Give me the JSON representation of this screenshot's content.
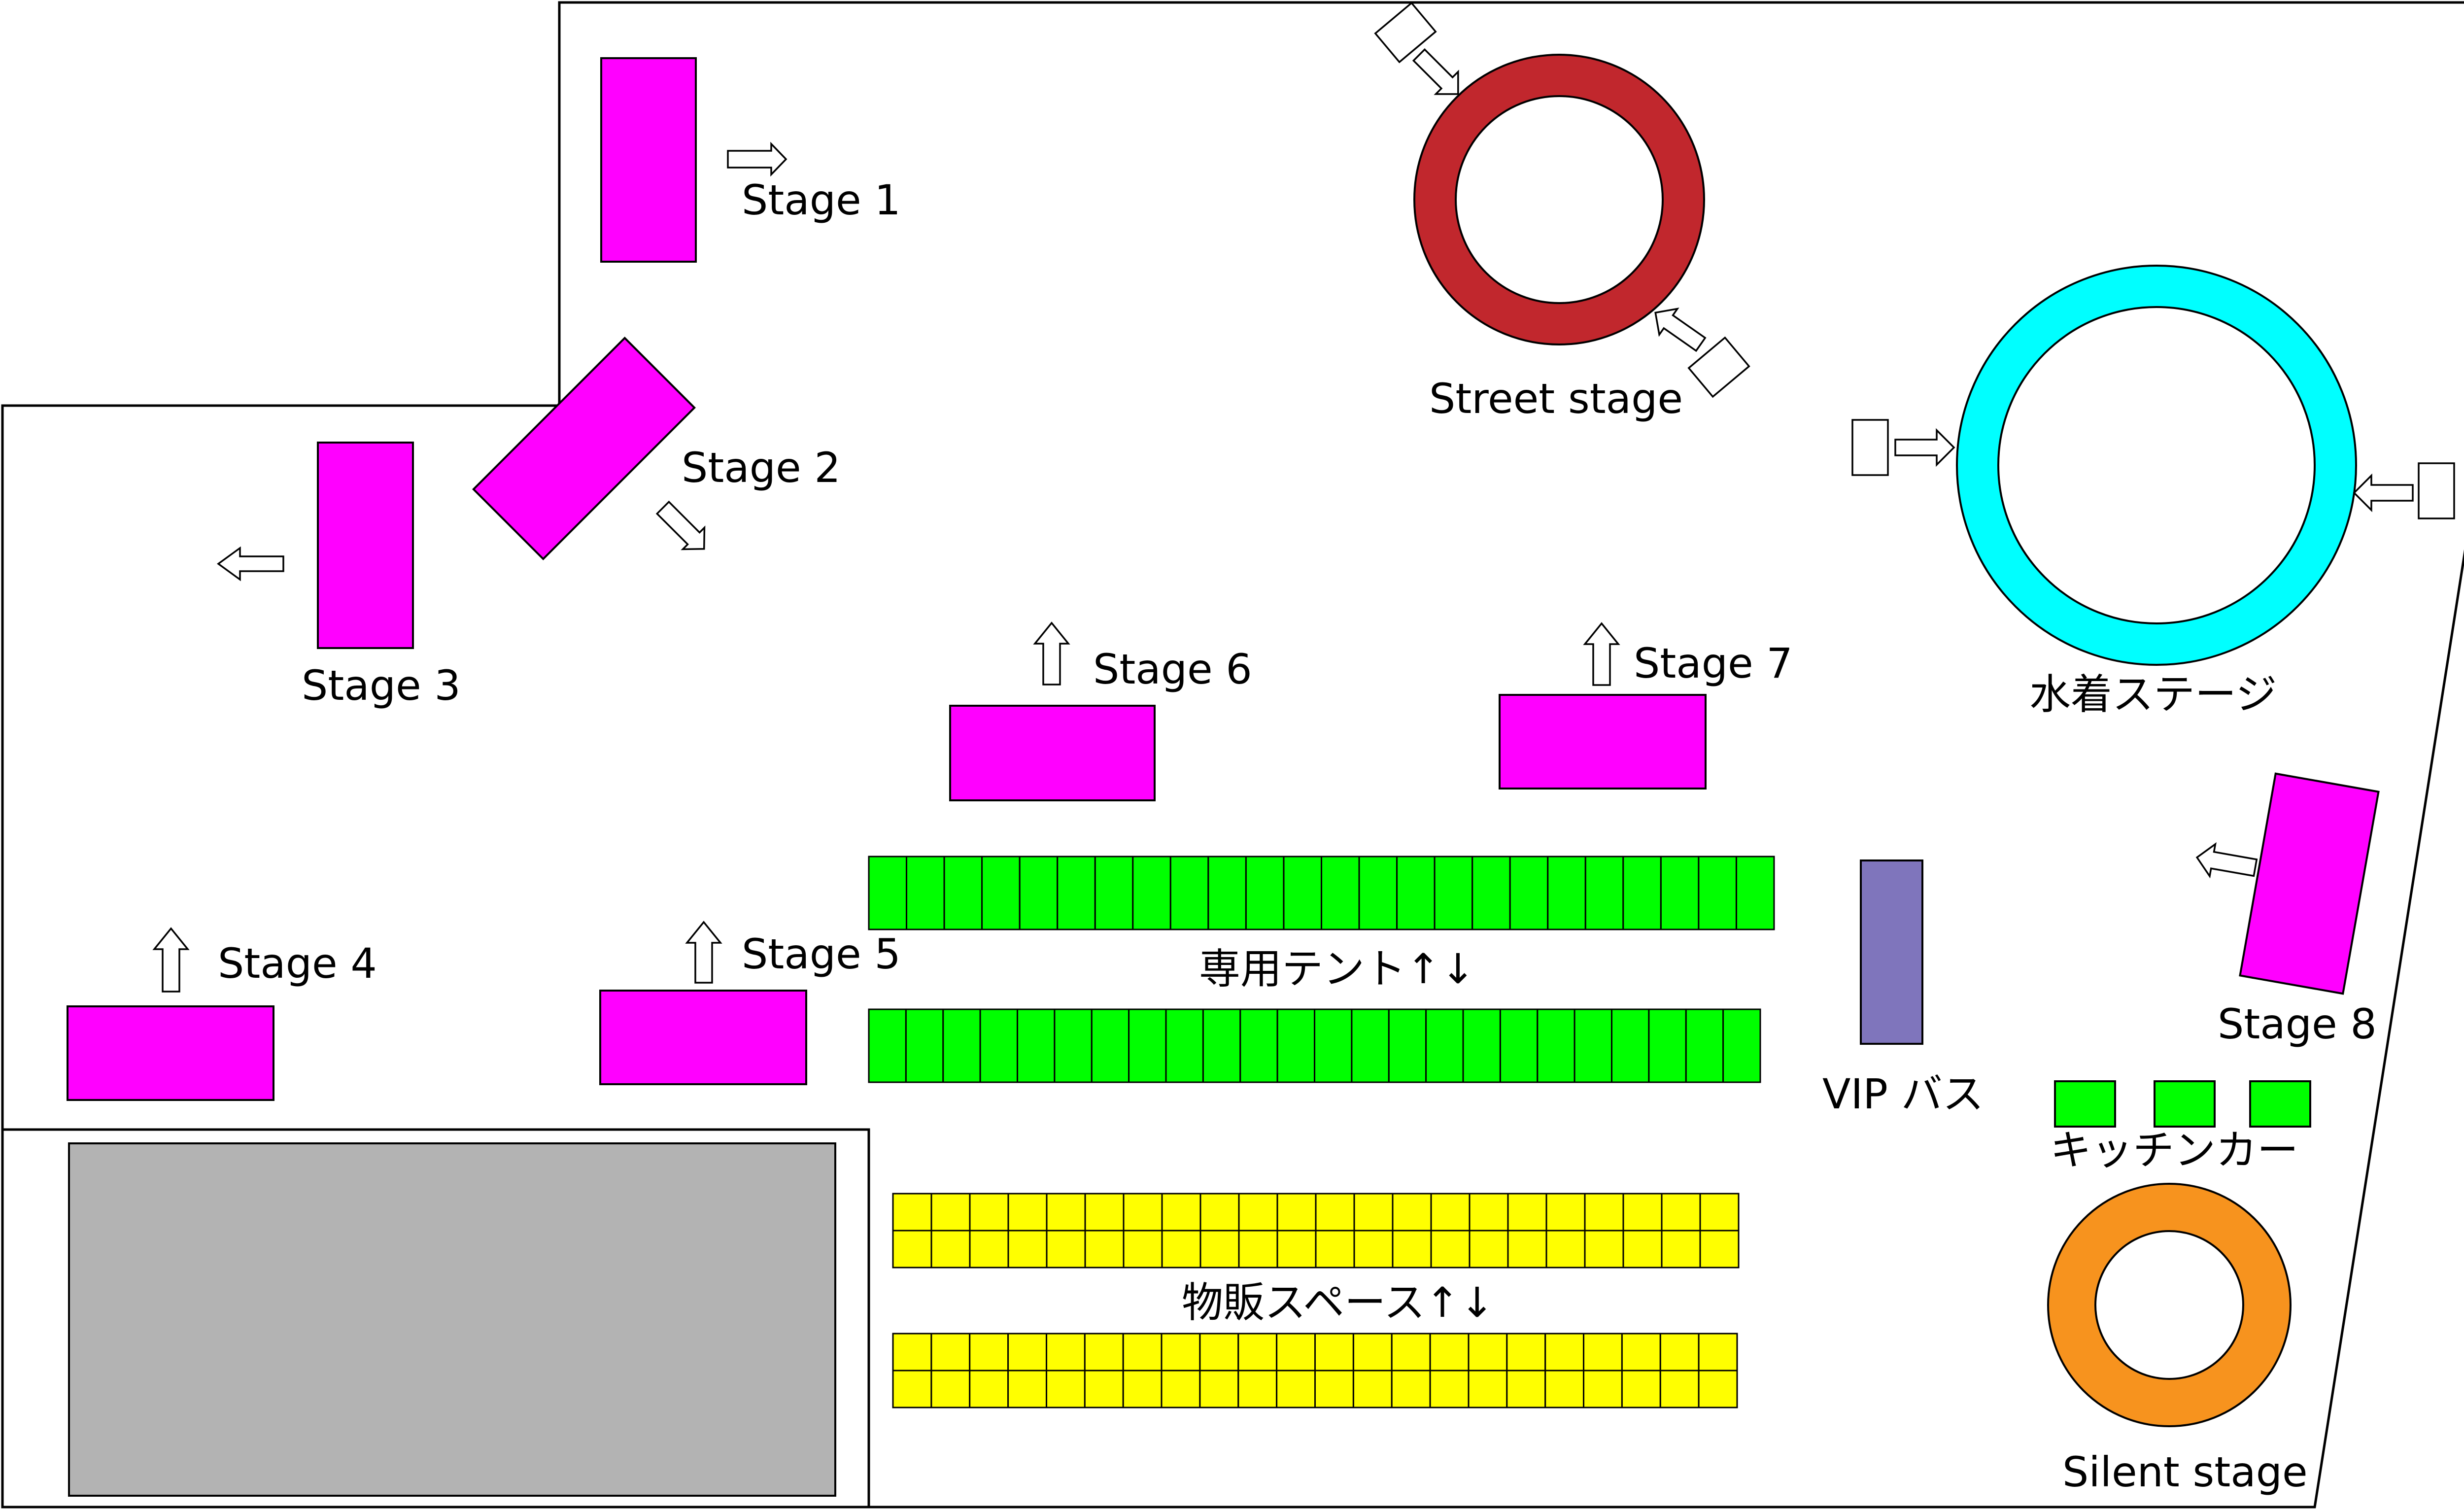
{
  "labels": {
    "stage1": "Stage 1",
    "stage2": "Stage 2",
    "stage3": "Stage 3",
    "stage4": "Stage 4",
    "stage5": "Stage 5",
    "stage6": "Stage 6",
    "stage7": "Stage 7",
    "stage8": "Stage 8",
    "street_stage": "Street stage",
    "swimsuit_stage": "水着ステージ",
    "silent_stage": "Silent stage",
    "vip_bus": "VIP バス",
    "kitchen_car": "キッチンカー",
    "dedicated_tents": "専用テント↑↓",
    "merch_space": "物販スペース↑↓"
  },
  "colors": {
    "stage": "#ff00ff",
    "street_stage_ring": "#c1272d",
    "swimsuit_stage_ring": "#00ffff",
    "silent_stage_ring": "#f7931e",
    "tent": "#00ff00",
    "merch": "#ffff00",
    "vip_bus": "#7f75bc",
    "kitchen_car": "#00ff00",
    "building": "#b3b3b3"
  },
  "rows": {
    "tent_row_1_cells": 24,
    "tent_row_2_cells": 24,
    "merch_rows_cells_per_line": 22
  }
}
